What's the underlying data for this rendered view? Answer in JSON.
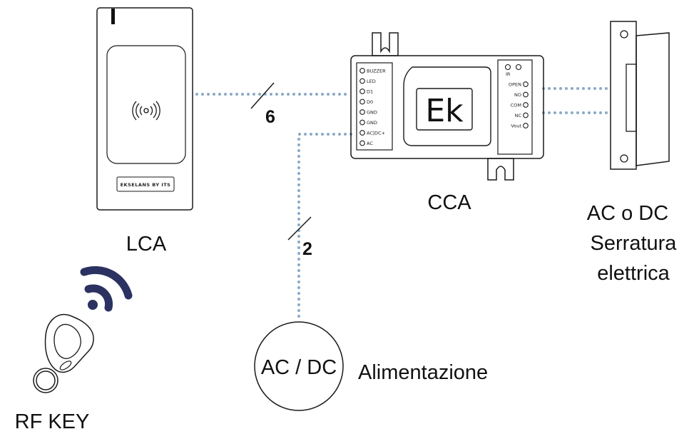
{
  "reader": {
    "name": "LCA",
    "brand": "EKSELANS BY ITS"
  },
  "controller": {
    "name": "CCA",
    "logo": "Ek",
    "left_pins": [
      "BUZZER",
      "LED",
      "D1",
      "D0",
      "GND",
      "GND",
      "AC|DC+",
      "AC"
    ],
    "ir_label": "IR",
    "right_pins": [
      "OPEN",
      "NO",
      "COM",
      "NC",
      "Vout"
    ]
  },
  "lock": {
    "line1": "AC o DC",
    "line2": "Serratura",
    "line3": "elettrica"
  },
  "wires": {
    "reader_count": "6",
    "power_count": "2"
  },
  "power": {
    "label": "AC / DC",
    "caption": "Alimentazione"
  },
  "key": {
    "name": "RF KEY"
  },
  "colors": {
    "wire": "#8aa9c6",
    "signal": "#2b3160",
    "ink": "#1a1a1a"
  }
}
